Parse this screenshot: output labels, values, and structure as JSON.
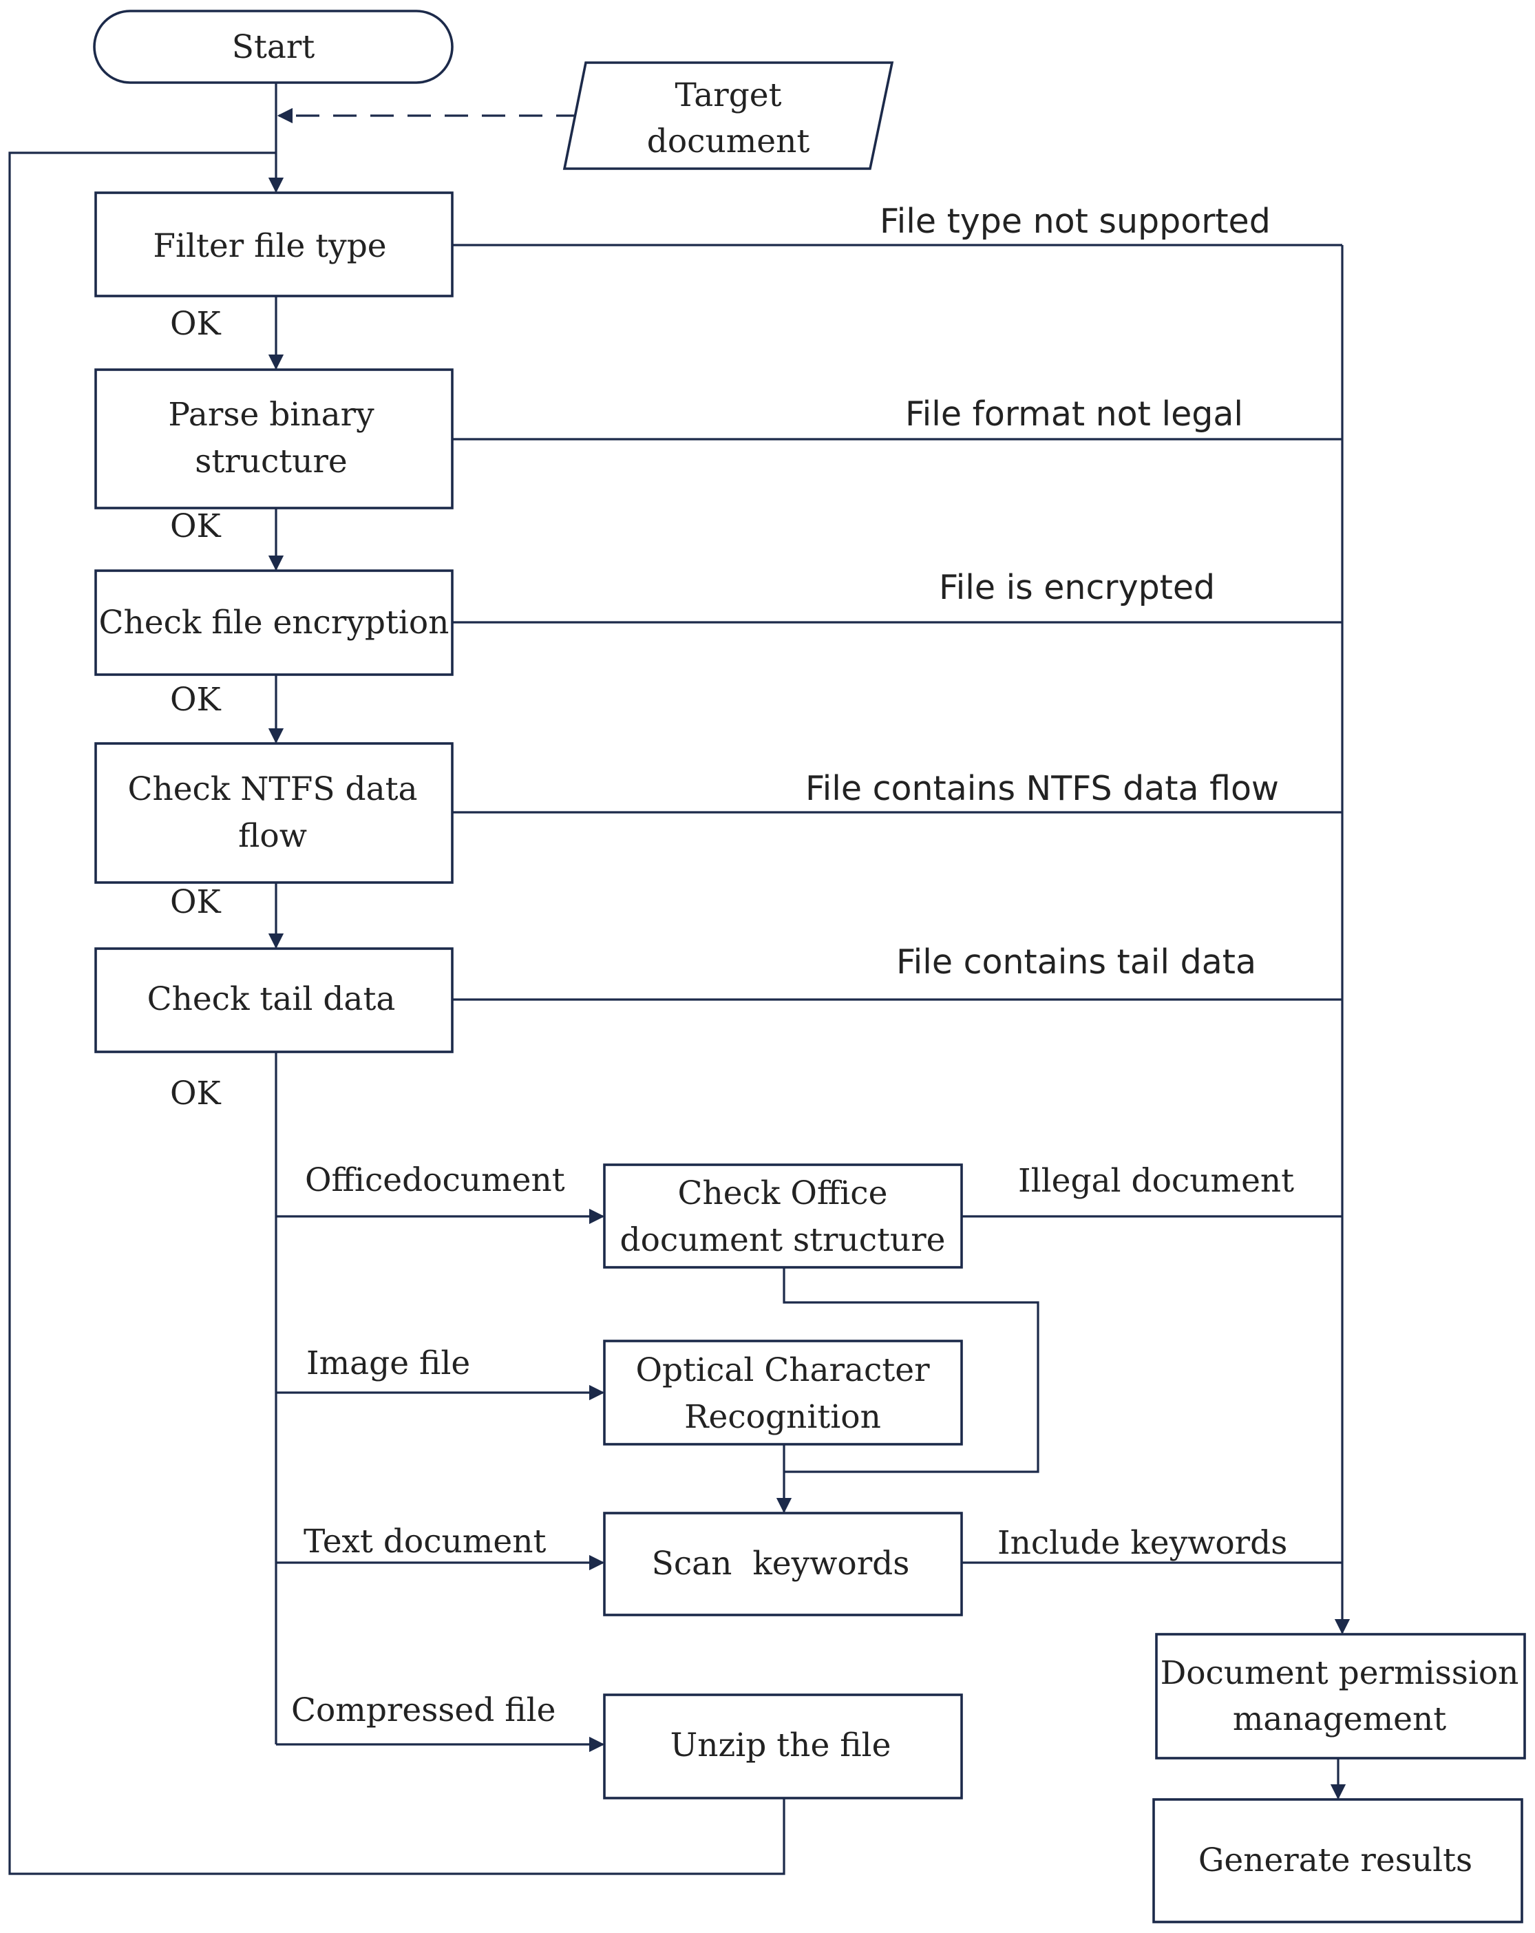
{
  "nodes": {
    "start": "Start",
    "target_document": [
      "Target",
      "document"
    ],
    "filter_file_type": "Filter file type",
    "parse_binary_structure": [
      "Parse binary",
      "structure"
    ],
    "check_file_encryption": "Check file encryption",
    "check_ntfs_data_flow": [
      "Check NTFS data",
      "flow"
    ],
    "check_tail_data": "Check tail data",
    "check_office_document_structure": [
      "Check Office",
      "document structure"
    ],
    "optical_character_recognition": [
      "Optical Character",
      "Recognition"
    ],
    "scan_keywords": "Scan  keywords",
    "unzip_the_file": "Unzip the file",
    "document_permission_management": [
      "Document permission",
      "management"
    ],
    "generate_results": "Generate results"
  },
  "labels": {
    "ok": "OK",
    "file_type_not_supported": "File type not supported",
    "file_format_not_legal": "File format not legal",
    "file_is_encrypted": "File is encrypted",
    "file_contains_ntfs_data_flow": "File contains NTFS data flow",
    "file_contains_tail_data": "File contains tail data",
    "officedocument": "Officedocument",
    "image_file": "Image file",
    "text_document": "Text document",
    "compressed_file": "Compressed file",
    "illegal_document": "Illegal document",
    "include_keywords": "Include keywords"
  },
  "colors": {
    "stroke": "#1c2a4a",
    "text": "#222222"
  }
}
